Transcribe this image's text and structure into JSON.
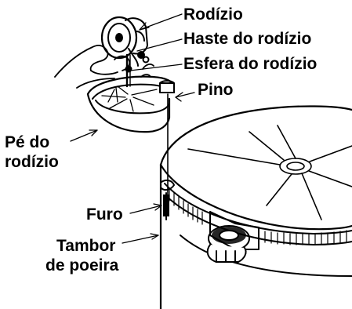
{
  "labels": {
    "rodizio": "Rodízio",
    "haste": "Haste do rodízio",
    "esfera": "Esfera do rodízio",
    "pino": "Pino",
    "pe_line1": "Pé do",
    "pe_line2": "rodízio",
    "furo": "Furo",
    "tambor_line1": "Tambor",
    "tambor_line2": "de poeira"
  },
  "colors": {
    "ink": "#000000",
    "paper": "#ffffff"
  }
}
